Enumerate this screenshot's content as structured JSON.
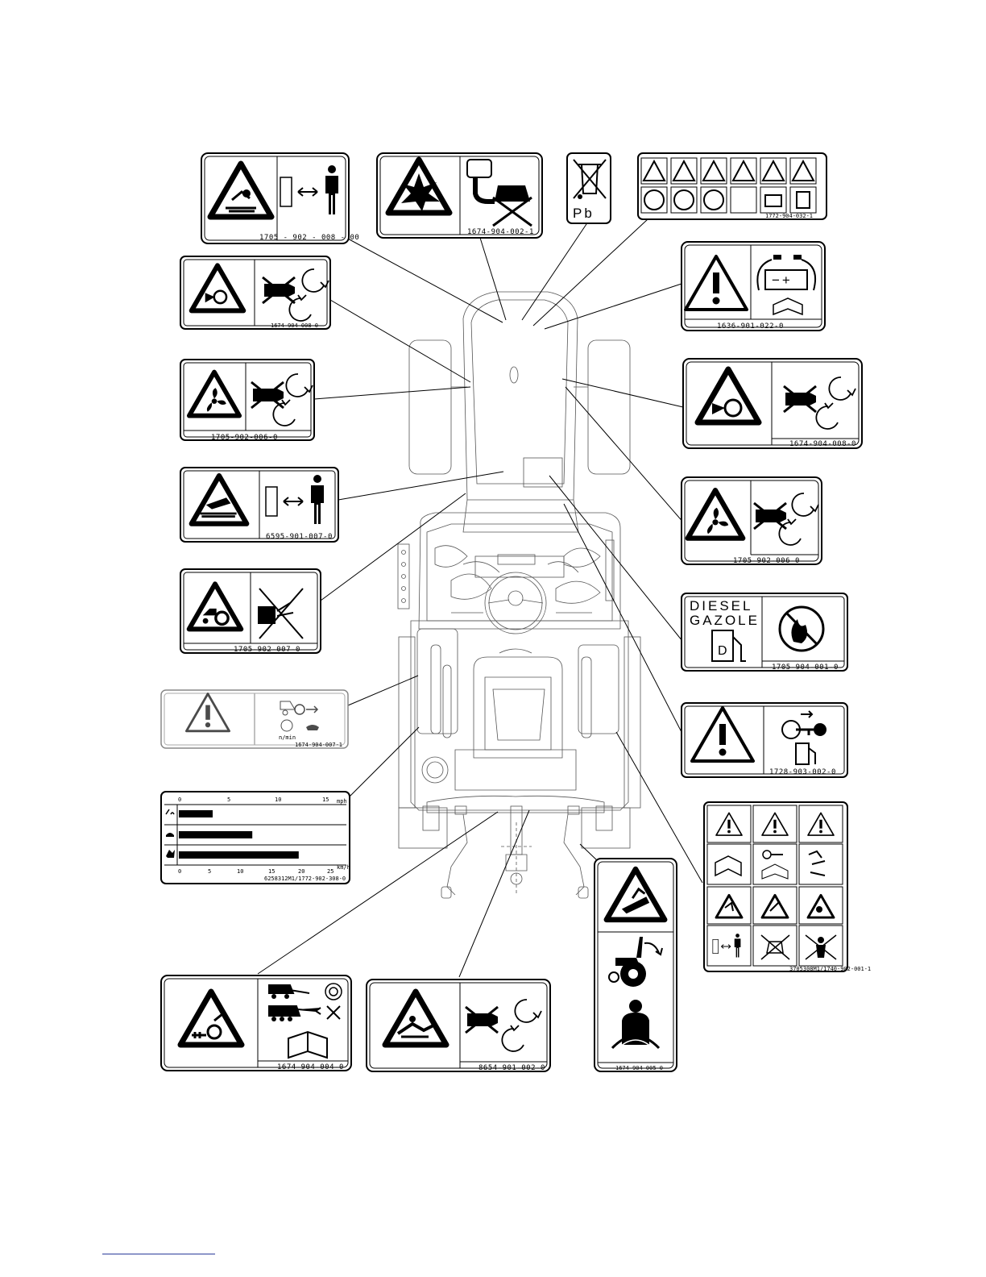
{
  "decals": {
    "d1": "1705 - 902 - 008 - 00",
    "d2": "1674-904-002-1",
    "d3": "Pb",
    "d4": "1772-904-032-1",
    "d5": "1674-904-008-0",
    "d6": "1636-901-022-0",
    "d7": "1705-902-006-0",
    "d8": "1674-904-008-0",
    "d9": "6595-901-007-0",
    "d10": "1705-902-006-0",
    "d11": "1705-902-007-0",
    "d12_line1": "DIESEL",
    "d12_line2": "GAZOLE",
    "d12_letter": "D",
    "d12": "1705-904-001-0",
    "d13": "1674-904-007-1",
    "d13_unit": "n/min",
    "d14": "1728-903-002-0",
    "d15": "6258312M1/1772-902-308-0",
    "d15_top_ticks": [
      "0",
      "5",
      "10",
      "15"
    ],
    "d15_top_unit": "mph",
    "d15_bottom_ticks": [
      "0",
      "5",
      "10",
      "15",
      "20",
      "25"
    ],
    "d15_bottom_unit": "km/h",
    "d16": "3705308M1/1740-902-001-1",
    "d17": "1674-904-004-0",
    "d18": "8654-901-002-0",
    "d19": "1674-904-005-0"
  },
  "speed_bars": [
    {
      "name": "tortoise-slow",
      "value": 3.5
    },
    {
      "name": "tortoise",
      "value": 7.6
    },
    {
      "name": "hare",
      "value": 12.4
    }
  ]
}
